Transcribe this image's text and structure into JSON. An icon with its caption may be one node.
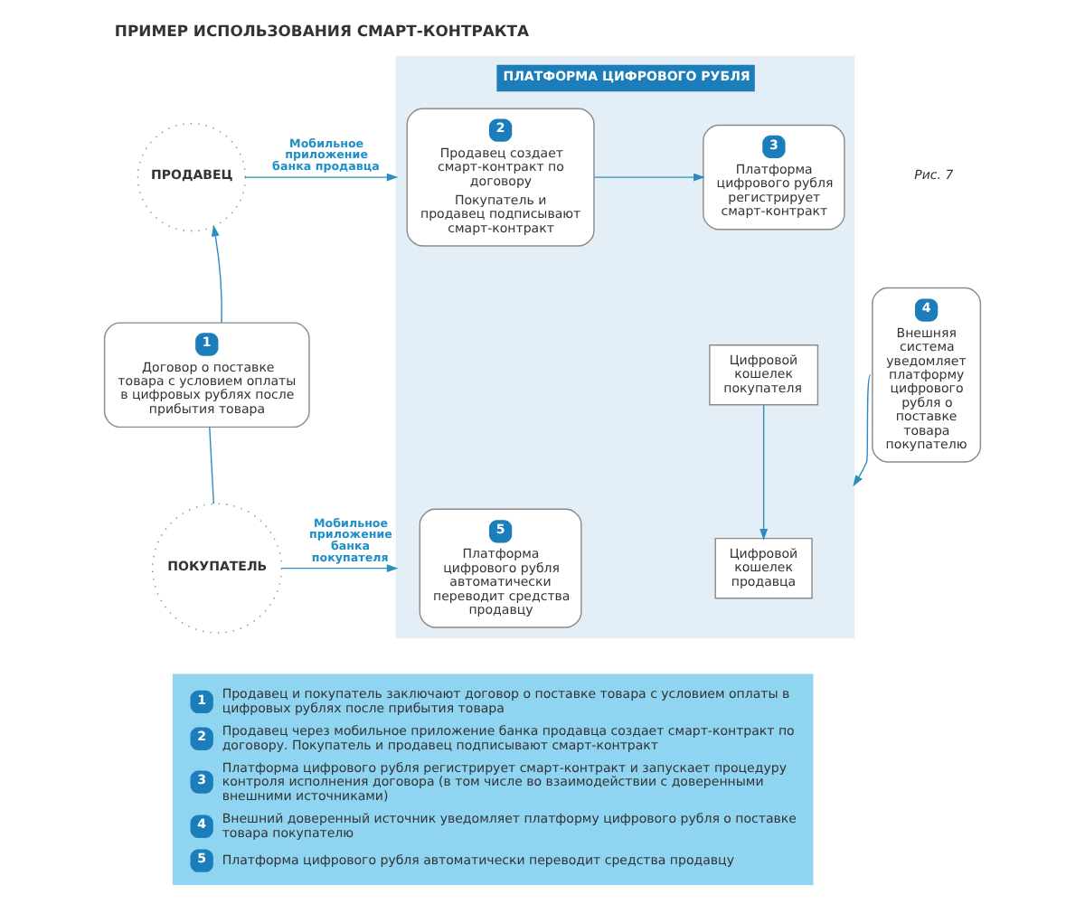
{
  "diagram": {
    "title": "ПРИМЕР ИСПОЛЬЗОВАНИЯ СМАРТ-КОНТРАКТА",
    "nodes": [
      {
        "text": [
          "ПРОДАВЕЦ"
        ]
      },
      {
        "text": [
          "1",
          "Договор о поставке товара с условием оплаты в цифровых рублях после прибытия товара"
        ]
      },
      {
        "text": [
          "ПОКУПАТЕЛЬ"
        ]
      },
      {
        "text": [
          "ПЛАТФОРМА ЦИФРОВОГО РУБЛЯ"
        ]
      },
      {
        "text": [
          "2",
          "Продавец создает смарт-контракт по договору",
          "Покупатель и продавец подписывают смарт-контракт"
        ],
        "in": 3
      },
      {
        "text": [
          "3",
          "Платформа цифрового рубля регистрирует смарт-контракт"
        ],
        "in": 3
      },
      {
        "text": [
          "5",
          "Платформа цифрового рубля автоматически переводит средства продавцу"
        ],
        "in": 3
      },
      {
        "text": [
          "Цифровой кошелек покупателя"
        ],
        "in": 3
      },
      {
        "text": [
          "Цифровой кошелек продавца"
        ],
        "in": 3
      },
      {
        "text": [
          "4",
          "Внешняя система уведомляет платформу цифрового рубля о поставке товара покупателю"
        ]
      },
      {
        "text": [
          "1",
          "Продавец и покупатель заключают договор о поставке товара с условием оплаты в цифровых рублях после прибытия товара",
          "2",
          "Продавец через мобильное приложение банка продавца создает смарт-контракт по договору. Покупатель и продавец подписывают смарт-контракт",
          "3",
          "Платформа цифрового рубля регистрирует смарт-контракт и запускает процедуру контроля исполнения договора (в том числе во взаимодействии с доверенными внешними источниками)",
          "4",
          "Внешний доверенный источник уведомляет платформу цифрового рубля о поставке товара покупателю",
          "5",
          "Платформа цифрового рубля автоматически переводит средства продавцу"
        ]
      }
    ],
    "edges": [
      {
        "from": 1,
        "to": 0,
        "arrow": "to"
      },
      {
        "from": 1,
        "to": 2,
        "arrow": "none"
      },
      {
        "from": 0,
        "to": 3,
        "arrow": "to",
        "label": "Мобильное приложение банка продавца"
      },
      {
        "from": 2,
        "to": 3,
        "arrow": "to",
        "label": "Мобильное приложение банка покупателя"
      },
      {
        "from": 4,
        "to": 5,
        "arrow": "to"
      },
      {
        "from": 9,
        "to": 3,
        "arrow": "to"
      },
      {
        "from": 7,
        "to": 8,
        "arrow": "to"
      }
    ],
    "labels": [
      "Рис. 7"
    ]
  }
}
